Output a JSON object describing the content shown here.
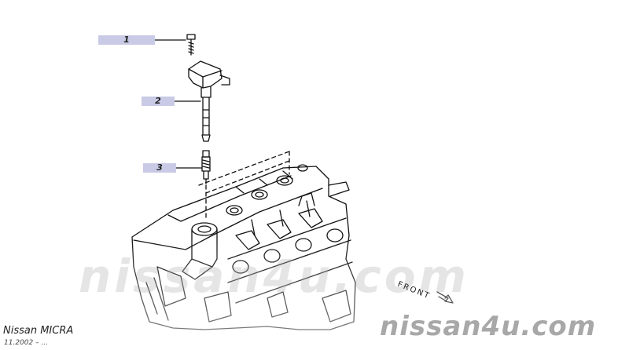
{
  "diagram": {
    "callouts": [
      {
        "id": "1",
        "label": "1"
      },
      {
        "id": "2",
        "label": "2"
      },
      {
        "id": "3",
        "label": "3"
      }
    ],
    "front_label": "FRONT",
    "watermark_large": "nissan4u.com",
    "watermark_small": "nissan4u.com",
    "model_label": "Nissan MICRA",
    "date_label": "11.2002 – ..."
  }
}
